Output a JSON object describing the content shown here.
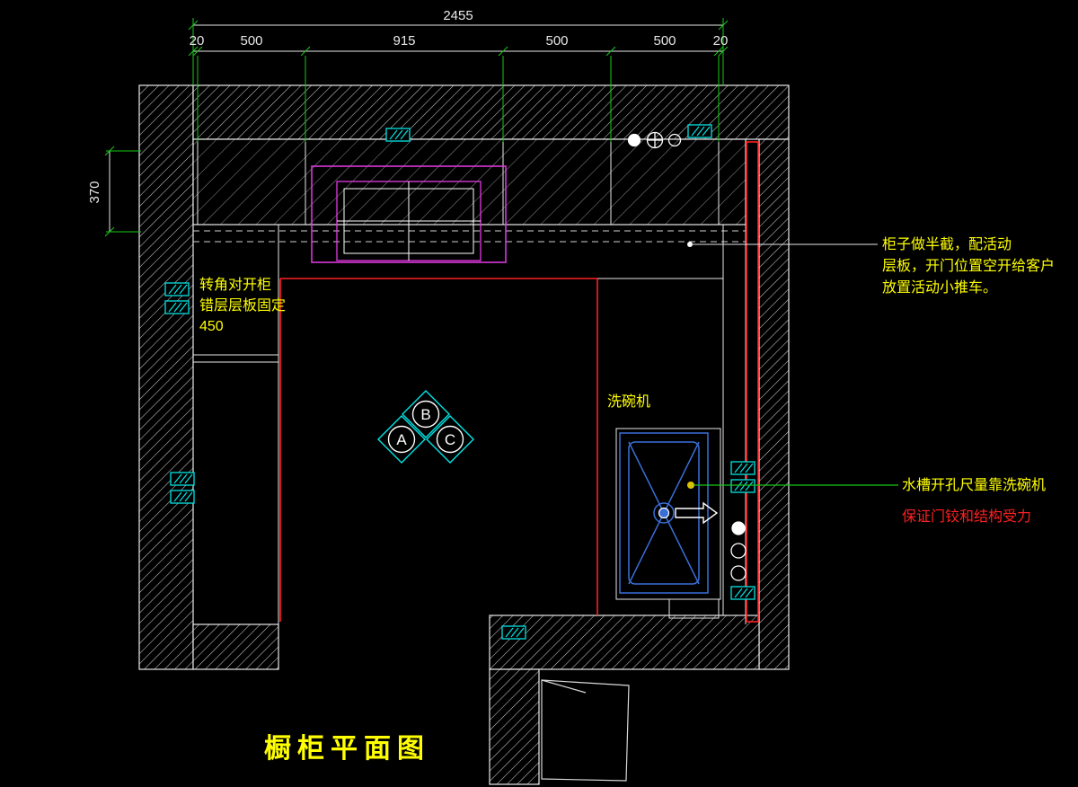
{
  "drawing": {
    "title": "橱柜平面图"
  },
  "dimensions": {
    "overall": "2455",
    "segments": [
      "20",
      "500",
      "915",
      "500",
      "500",
      "20"
    ],
    "left_vertical": "370"
  },
  "notes": {
    "corner_line1": "转角对开柜",
    "corner_line2": "错层层板固定",
    "corner_line3": "450",
    "half_line1": "柜子做半截，配活动",
    "half_line2": "层板，开门位置空开给客户",
    "half_line3": "放置活动小推车。",
    "dishwasher": "洗碗机",
    "sink_yellow": "水槽开孔尺量靠洗碗机",
    "sink_red": "保证门铰和结构受力"
  },
  "markers": {
    "a": "A",
    "b": "B",
    "c": "C"
  },
  "colors": {
    "background": "#000000",
    "line": "#e8e8e8",
    "cyan": "#00e5e5",
    "magenta": "#e53ae5",
    "red": "#ff2020",
    "yellow": "#ffff00",
    "green": "#18c818",
    "blue": "#3a6fd8"
  }
}
